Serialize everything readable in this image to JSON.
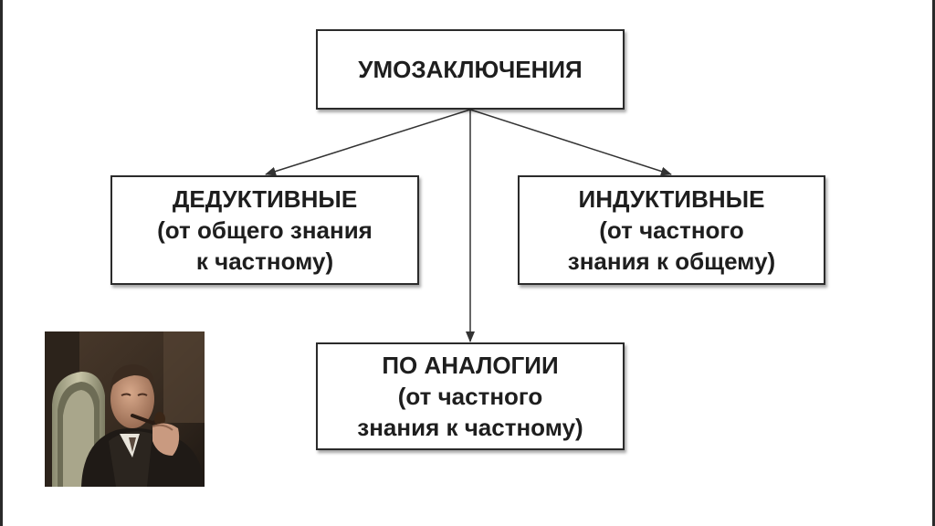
{
  "diagram": {
    "root": {
      "line1": "УМОЗАКЛЮЧЕНИЯ"
    },
    "deductive": {
      "line1": "ДЕДУКТИВНЫЕ",
      "line2": "(от общего знания",
      "line3": "к частному)"
    },
    "inductive": {
      "line1": "ИНДУКТИВНЫЕ",
      "line2": "(от частного",
      "line3": "знания к общему)"
    },
    "analogy": {
      "line1": "ПО АНАЛОГИИ",
      "line2": "(от частного",
      "line3": "знания к частному)"
    }
  },
  "colors": {
    "background": "#ffffff",
    "box_border": "#2b2b2b",
    "text": "#1e1e1e",
    "arrow": "#333333"
  },
  "photo": {
    "subject": "portrait of a man in a dark smoking jacket with a pipe, seated in an armchair"
  }
}
